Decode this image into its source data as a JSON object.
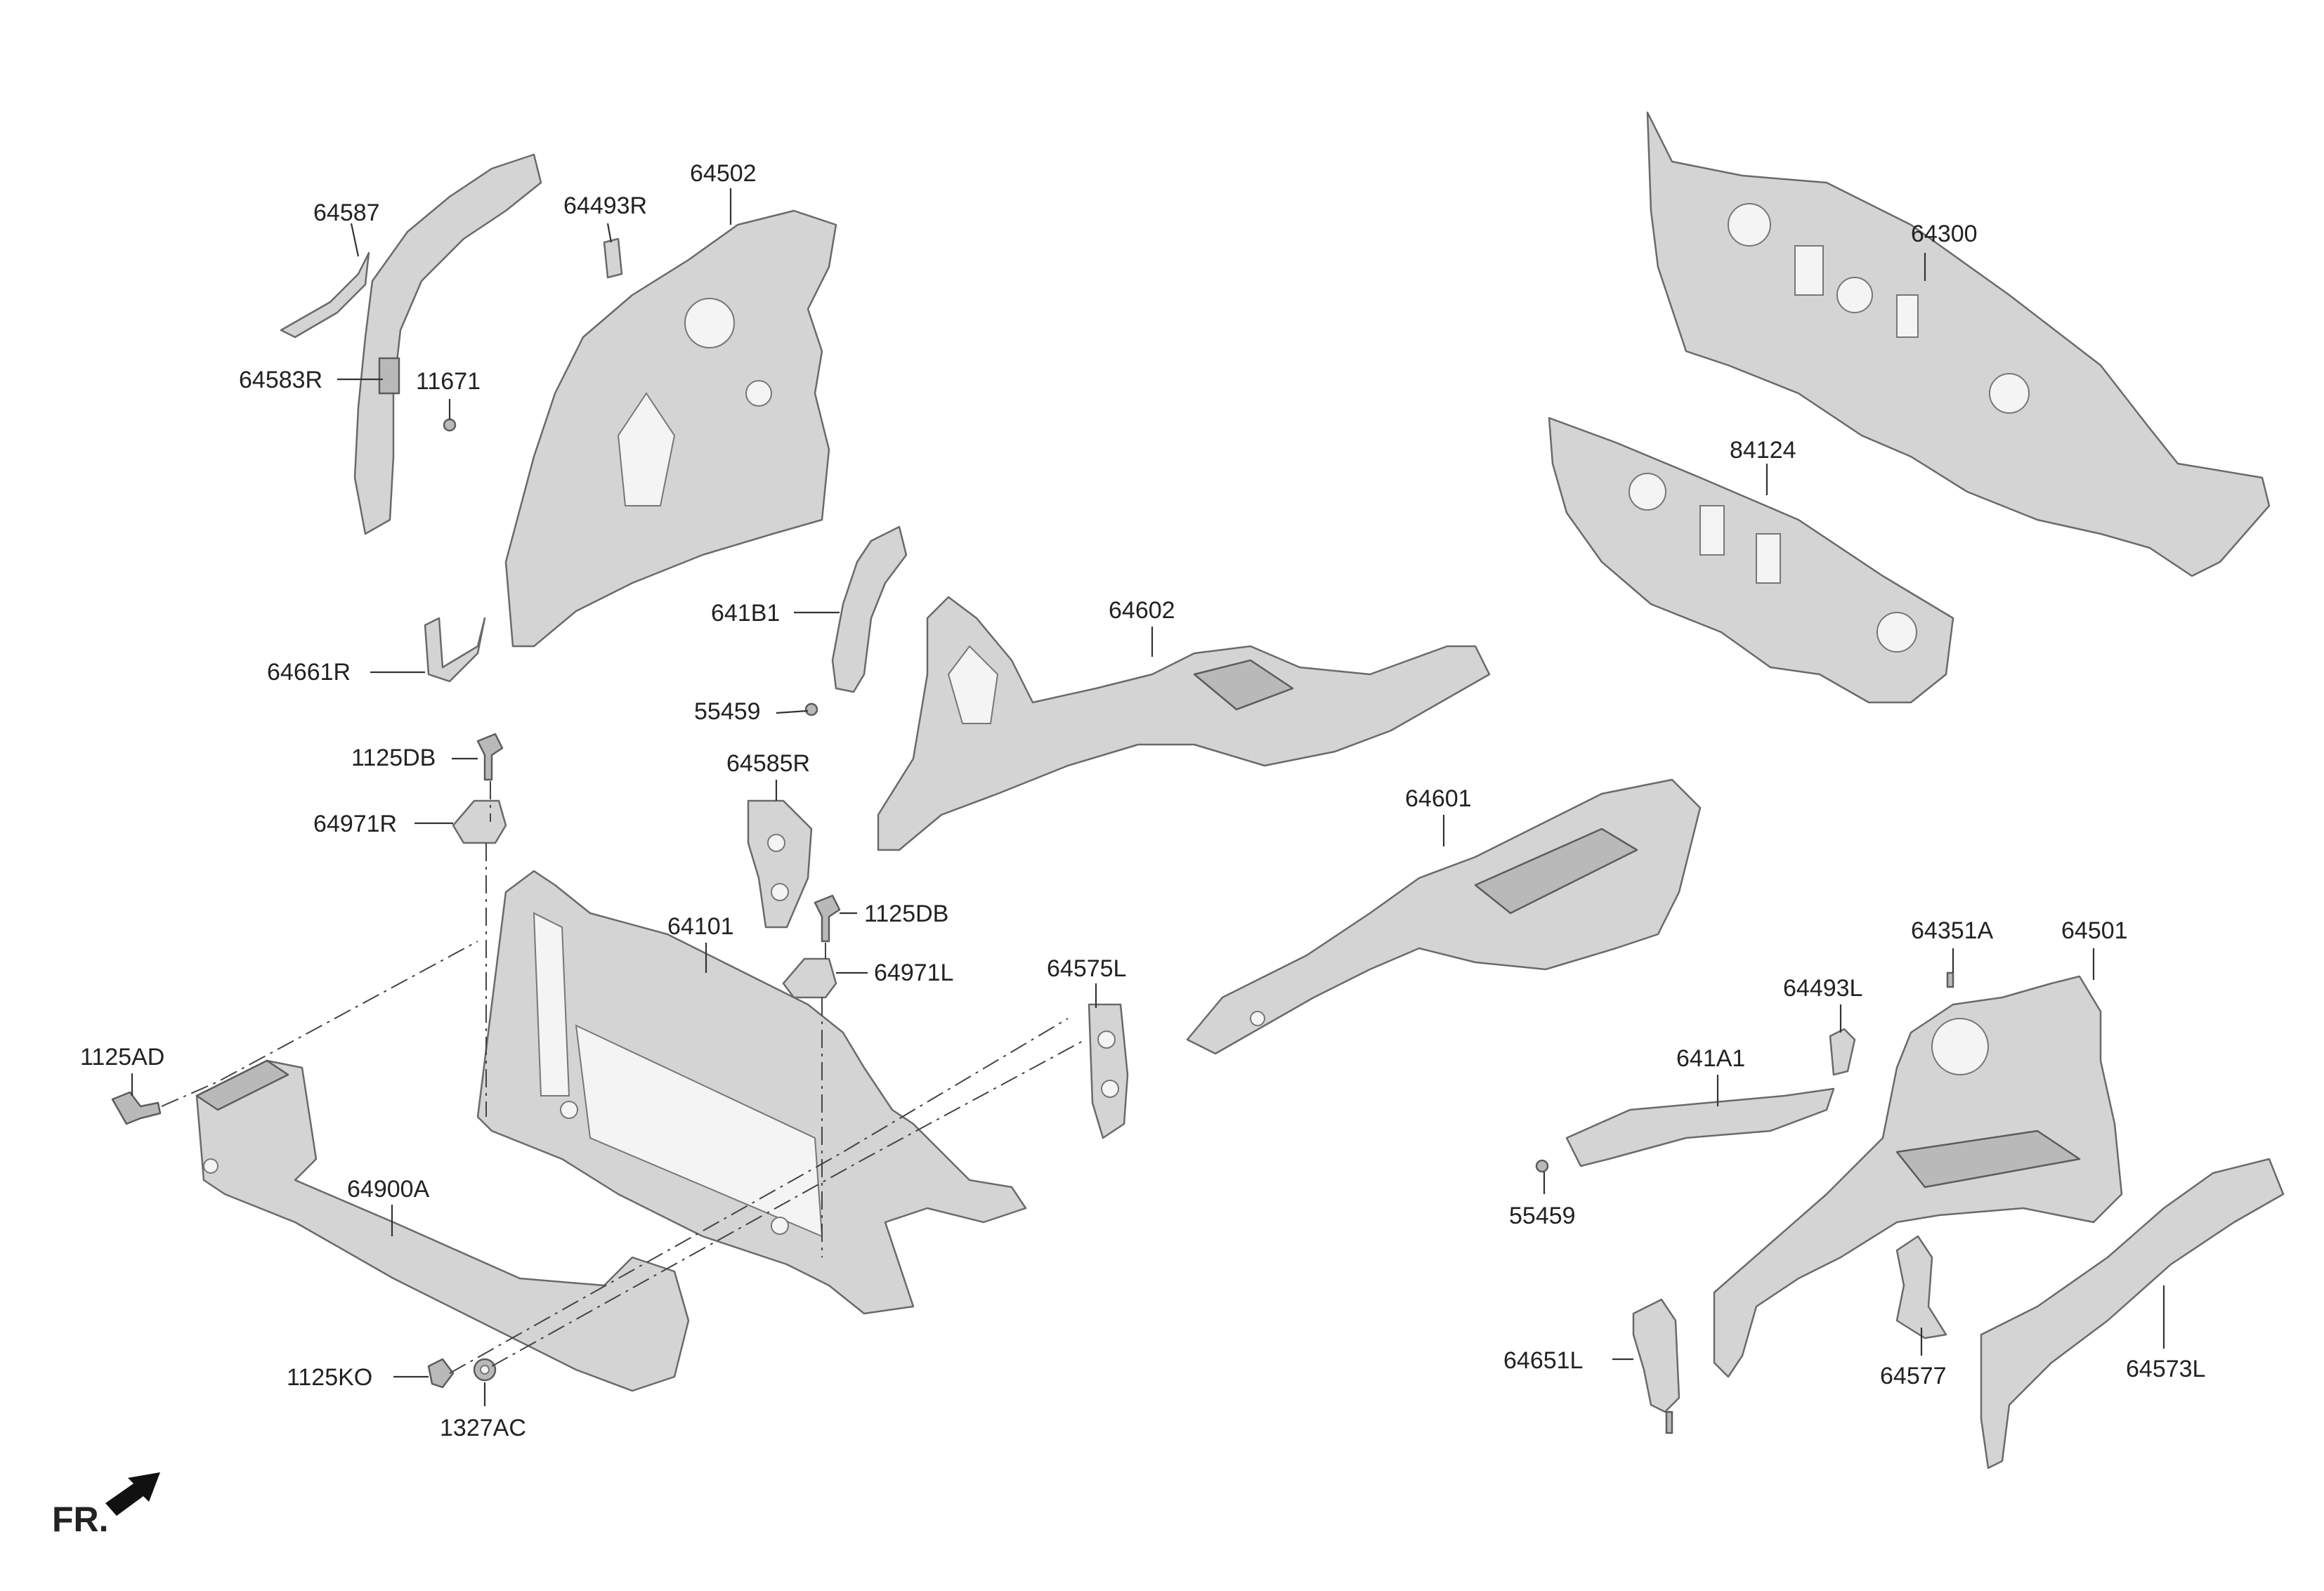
{
  "labels": {
    "p64587": "64587",
    "p64493R": "64493R",
    "p64502": "64502",
    "p64583R": "64583R",
    "p11671": "11671",
    "p64300": "64300",
    "p84124": "84124",
    "p641B1": "641B1",
    "p64602": "64602",
    "p55459_a": "55459",
    "p64661R": "64661R",
    "p1125DB_a": "1125DB",
    "p64585R": "64585R",
    "p64971R": "64971R",
    "p64601": "64601",
    "p1125DB_b": "1125DB",
    "p64101": "64101",
    "p64971L": "64971L",
    "p64575L": "64575L",
    "p64351A": "64351A",
    "p64501": "64501",
    "p1125AD": "1125AD",
    "p64493L": "64493L",
    "p641A1": "641A1",
    "p64900A": "64900A",
    "p55459_b": "55459",
    "p64573L": "64573L",
    "p64651L": "64651L",
    "p64577": "64577",
    "p1125KO": "1125KO",
    "p1327AC": "1327AC",
    "fr": "FR."
  },
  "colors": {
    "part_fill": "#d4d4d4",
    "part_stroke": "#6a6a6a",
    "label_text": "#222222"
  }
}
